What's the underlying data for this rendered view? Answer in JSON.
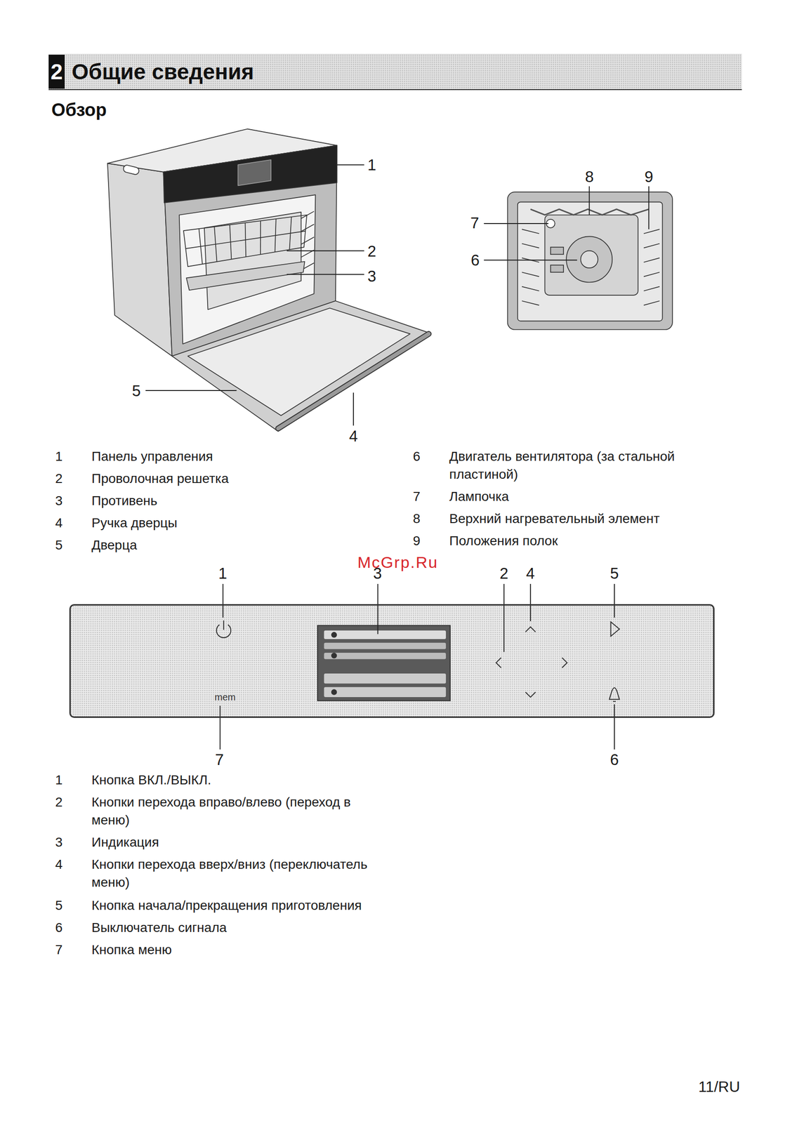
{
  "diagram": {
    "title": "Общие сведения",
    "nodes": [
      {
        "text": [
          "mem"
        ]
      }
    ],
    "labels": [
      "2",
      "Обзор",
      "1",
      "8",
      "9",
      "7",
      "2",
      "6",
      "3",
      "5",
      "4",
      "1",
      "Панель управления",
      "2",
      "Проволочная решетка",
      "3",
      "Противень",
      "4",
      "Ручка дверцы",
      "5",
      "Дверца",
      "6",
      "Двигатель вентилятора (за стальной пластиной)",
      "7",
      "Лампочка",
      "8",
      "Верхний нагревательный элемент",
      "9",
      "Положения полок",
      "McGrp.Ru",
      "1",
      "3",
      "2",
      "4",
      "5",
      "7",
      "6",
      "1",
      "Кнопка ВКЛ./ВЫКЛ.",
      "2",
      "Кнопки перехода вправо/влево (переход в меню)",
      "3",
      "Индикация",
      "4",
      "Кнопки перехода вверх/вниз (переключатель меню)",
      "5",
      "Кнопка начала/прекращения приготовления",
      "6",
      "Выключатель сигнала",
      "7",
      "Кнопка меню",
      "11/RU"
    ]
  }
}
